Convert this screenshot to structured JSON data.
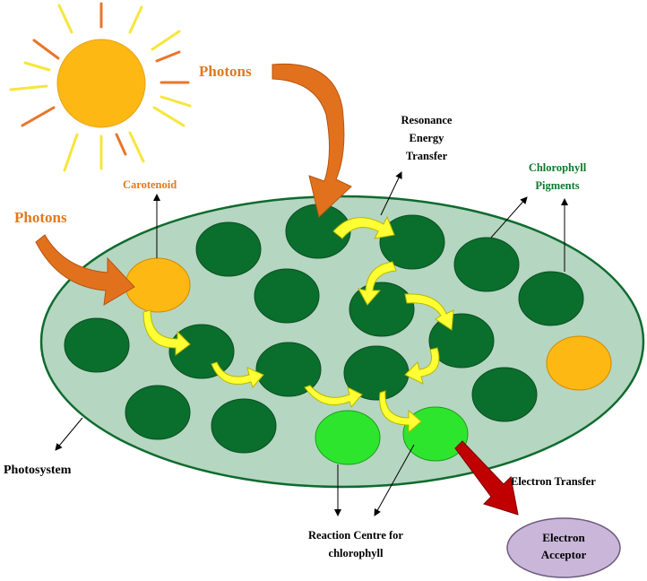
{
  "colors": {
    "sun": "#FDB813",
    "sun_outline": "#E8A317",
    "ray_yellow": "#F6E63B",
    "ray_orange": "#E8762B",
    "photon_arrow": "#E2711D",
    "photosystem_fill": "#B5D6C1",
    "photosystem_stroke": "#0E6B2E",
    "chlorophyll": "#0A6E2C",
    "carotenoid": "#FDB813",
    "reaction_centre": "#2EE52E",
    "transfer_arrow": "#FFFF33",
    "electron_transfer_arrow": "#C00000",
    "acceptor_fill": "#C9B6D9",
    "label_orange": "#E07A1F",
    "label_green": "#0E7A2E",
    "label_black": "#000000"
  },
  "labels": {
    "photons_top": "Photons",
    "photons_left": "Photons",
    "carotenoid": "Carotenoid",
    "resonance_1": "Resonance",
    "resonance_2": "Energy",
    "resonance_3": "Transfer",
    "chlorophyll_1": "Chlorophyll",
    "chlorophyll_2": "Pigments",
    "photosystem": "Photosystem",
    "electron_transfer": "Electron Transfer",
    "reaction_centre_1": "Reaction Centre for",
    "reaction_centre_2": "chlorophyll",
    "acceptor_1": "Electron",
    "acceptor_2": "Acceptor"
  },
  "icons": {
    "sun": "sun-icon"
  }
}
